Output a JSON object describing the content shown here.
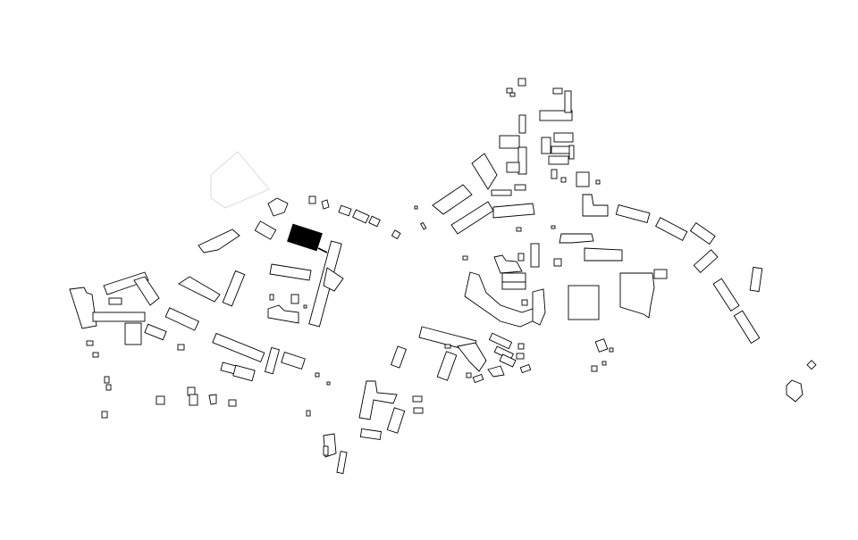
{
  "map": {
    "kind": "building-footprint-plan",
    "labels": [],
    "colors": {
      "background": "#ffffff",
      "outline": "#000000",
      "highlight": "#000000",
      "plot_boundary": "#d2d2d2"
    },
    "highlighted_building": "solid-black-footprint",
    "legend": "none"
  }
}
